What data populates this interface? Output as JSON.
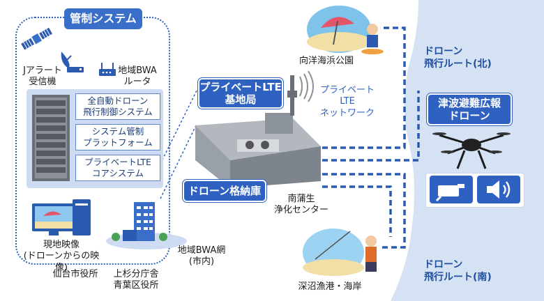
{
  "control_system": {
    "title": "管制システム",
    "j_alert": [
      "Jアラート",
      "受信機"
    ],
    "bwa_router": [
      "地域BWA",
      "ルータ"
    ],
    "modules": [
      [
        "全自動ドローン",
        "飛行制御システム"
      ],
      [
        "システム管制",
        "プラットフォーム"
      ],
      [
        "プライベートLTE",
        "コアシステム"
      ]
    ],
    "live_video": [
      "現地映像",
      "(ドローンからの映像)"
    ],
    "city_hall": "仙台市役所",
    "branch_office": [
      "上杉分庁舎",
      "青葉区役所"
    ],
    "bwa_network": [
      "地域BWA網",
      "(市内)"
    ]
  },
  "lte_station": {
    "badge": [
      "プライベートLTE",
      "基地局"
    ],
    "network": [
      "プライベート",
      "LTE",
      "ネットワーク"
    ]
  },
  "drone_hangar": {
    "badge": "ドローン格納庫",
    "facility": [
      "南蒲生",
      "浄化センター"
    ]
  },
  "locations": {
    "north_park": "向洋海浜公園",
    "south_port": "深沼漁港・海岸"
  },
  "routes": {
    "north": [
      "ドローン",
      "飛行ルート(北)"
    ],
    "south": [
      "ドローン",
      "飛行ルート(南)"
    ]
  },
  "tsunami_drone": {
    "badge": [
      "津波避難広報",
      "ドローン"
    ],
    "camera_icon": "camera-icon",
    "speaker_icon": "speaker-icon"
  },
  "colors": {
    "primary": "#2f62c0",
    "route_line": "#2b5bb0",
    "sea": "#d5e2f3",
    "panel": "#cddcf3"
  }
}
